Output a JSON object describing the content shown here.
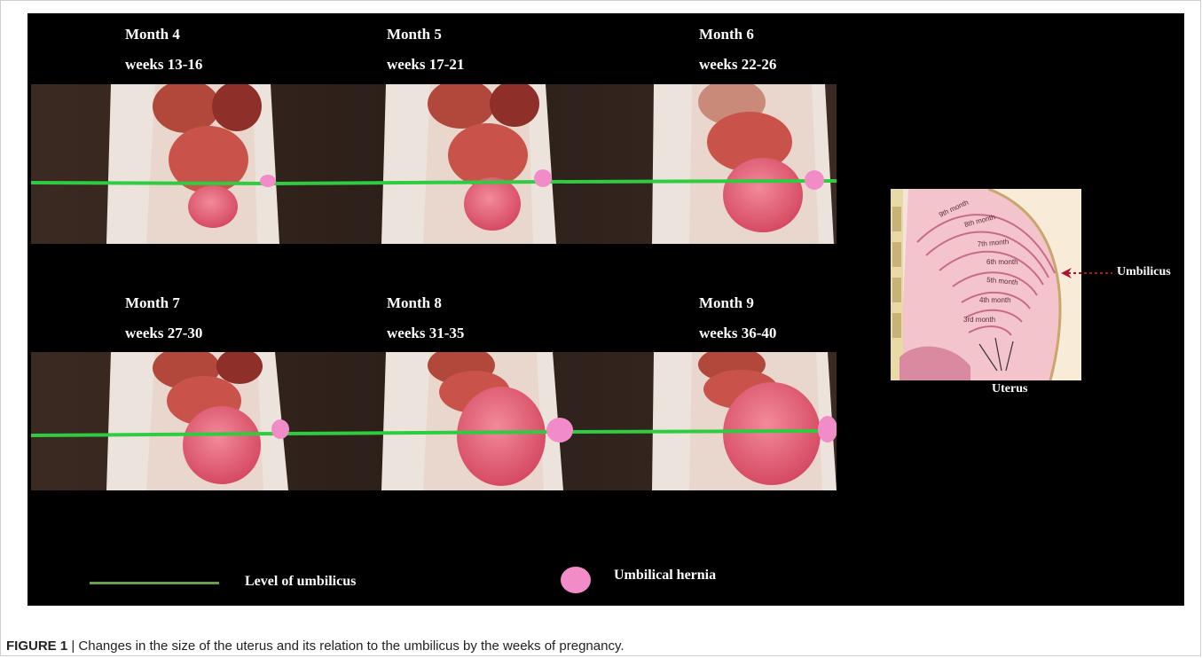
{
  "panels": [
    {
      "month": "Month 4",
      "weeks": "weeks 13-16"
    },
    {
      "month": "Month 5",
      "weeks": "weeks 17-21"
    },
    {
      "month": "Month 6",
      "weeks": "weeks 22-26"
    },
    {
      "month": "Month 7",
      "weeks": "weeks 27-30"
    },
    {
      "month": "Month 8",
      "weeks": "weeks 31-35"
    },
    {
      "month": "Month 9",
      "weeks": "weeks 36-40"
    }
  ],
  "inset": {
    "month_labels": [
      "9th month",
      "8th month",
      "7th month",
      "6th month",
      "5th month",
      "4th month",
      "3rd month"
    ],
    "umbilicus_label": "Umbilicus",
    "uterus_label": "Uterus"
  },
  "legend": {
    "line_label": "Level of umbilicus",
    "dot_label": "Umbilical hernia"
  },
  "caption": {
    "figure_label": "FIGURE 1",
    "text": " | Changes in the size of the uterus and its relation to the umbilicus by the weeks of pregnancy."
  },
  "colors": {
    "umbilicus_line": "#2ecc40",
    "hernia_dot": "#f28cc8",
    "background": "#000000",
    "umbilicus_arrow": "#b0122a"
  }
}
